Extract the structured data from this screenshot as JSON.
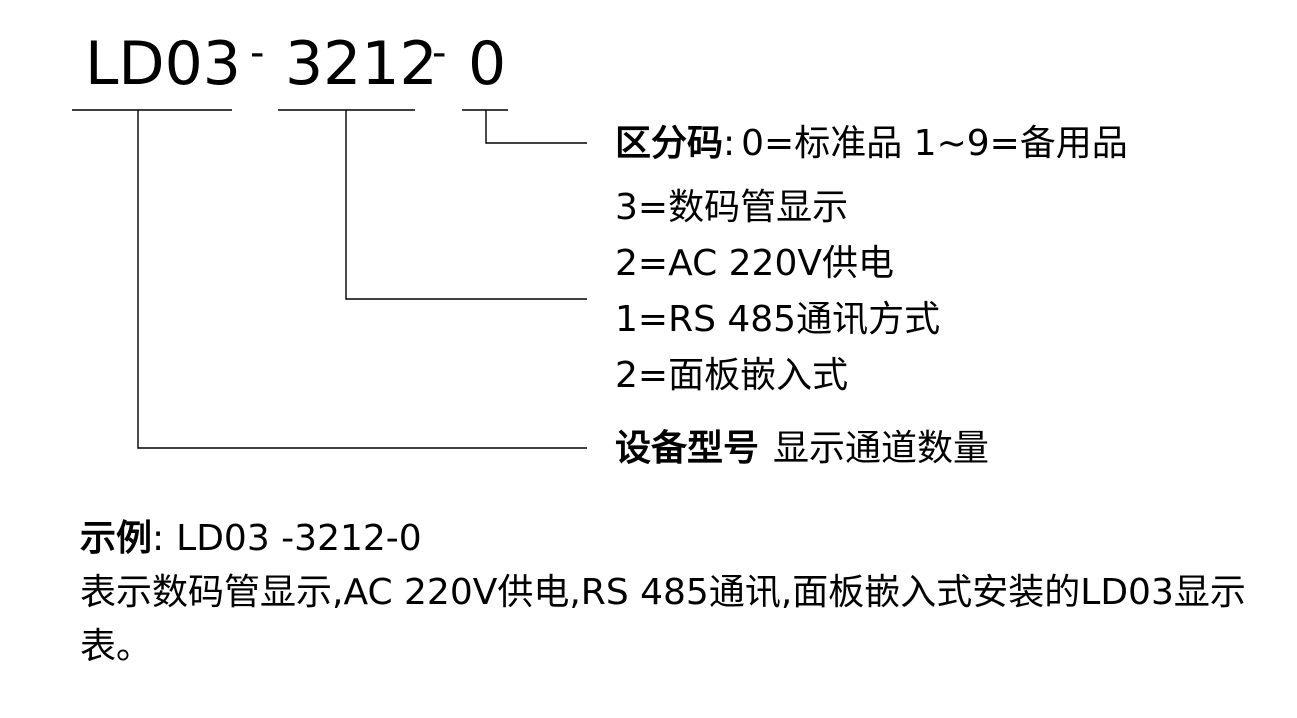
{
  "code": {
    "part1": "LD03",
    "dash1": "-",
    "part2": "3212",
    "dash2": "-",
    "part3": "0"
  },
  "labels": {
    "region_code_title": "区分码",
    "region_code_colon": ":",
    "region_code_value": "0=标准品 1~9=备用品",
    "display_type": "3=数码管显示",
    "power": "2=AC 220V供电",
    "comm": "1=RS 485通讯方式",
    "mount": "2=面板嵌入式",
    "model_title": "设备型号",
    "model_value": "显示通道数量"
  },
  "example": {
    "title": "示例",
    "colon": ":",
    "code": "LD03 -3212-0",
    "description": "表示数码管显示,AC 220V供电,RS 485通讯,面板嵌入式安装的LD03显示表。"
  }
}
